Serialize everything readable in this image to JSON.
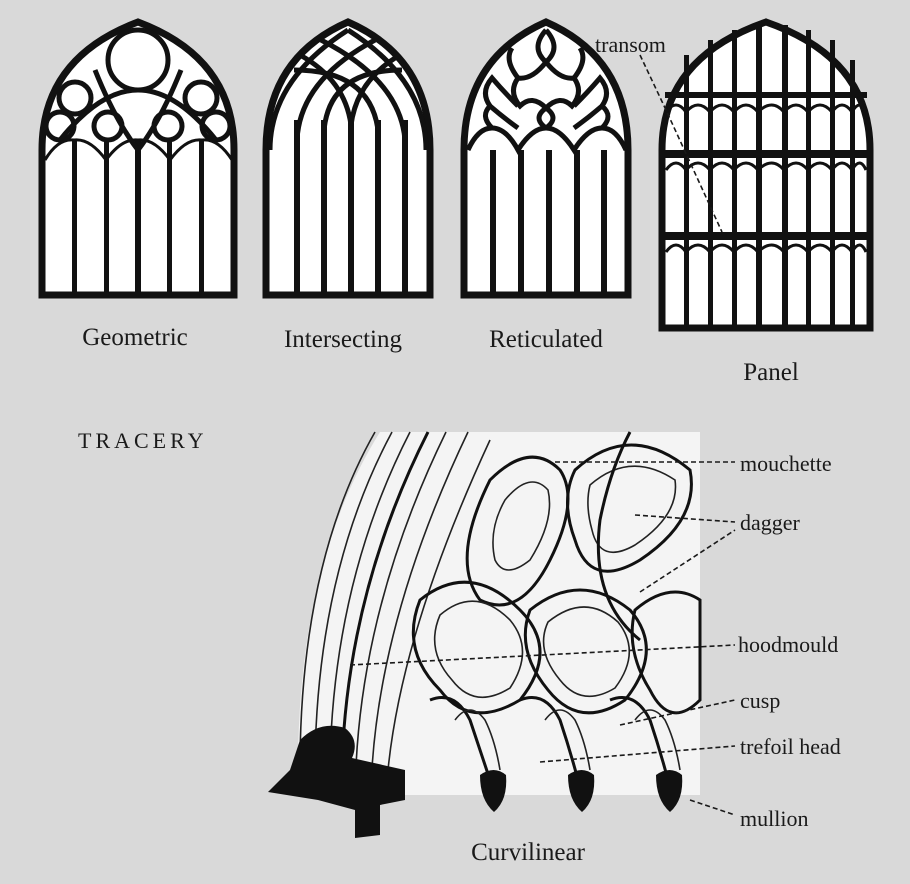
{
  "windows": [
    {
      "label": "Geometric"
    },
    {
      "label": "Intersecting"
    },
    {
      "label": "Reticulated"
    },
    {
      "label": "Panel"
    }
  ],
  "heading": "TRACERY",
  "callouts": {
    "transom": "transom",
    "mouchette": "mouchette",
    "dagger": "dagger",
    "hoodmould": "hoodmould",
    "cusp": "cusp",
    "trefoil_head": "trefoil head",
    "mullion": "mullion"
  },
  "detail_label": "Curvilinear"
}
